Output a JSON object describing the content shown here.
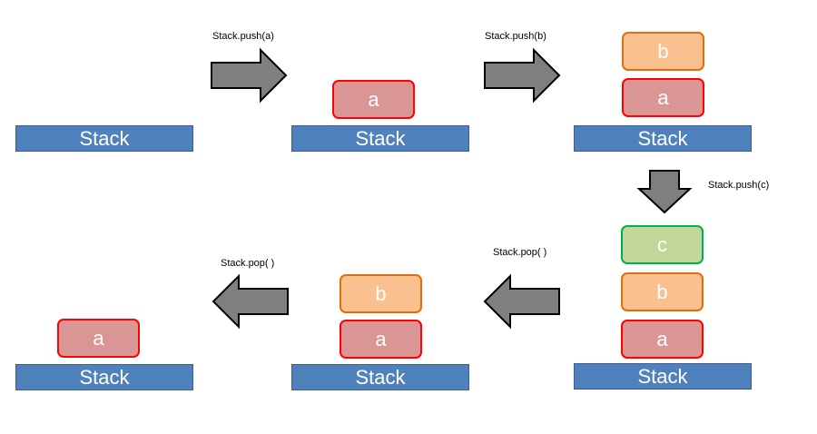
{
  "stack_label": "Stack",
  "operations": {
    "push_a": "Stack.push(a)",
    "push_b": "Stack.push(b)",
    "push_c": "Stack.push(c)",
    "pop_1": "Stack.pop( )",
    "pop_2": "Stack.pop( )"
  },
  "items": {
    "a": "a",
    "b": "b",
    "c": "c"
  },
  "colors": {
    "stack_fill": "#4f81bd",
    "arrow_fill": "#7f7f7f",
    "a_fill": "#da9694",
    "a_border": "#ff0000",
    "b_fill": "#fac090",
    "b_border": "#e46c0a",
    "c_fill": "#c4d79b",
    "c_border": "#00b050"
  }
}
